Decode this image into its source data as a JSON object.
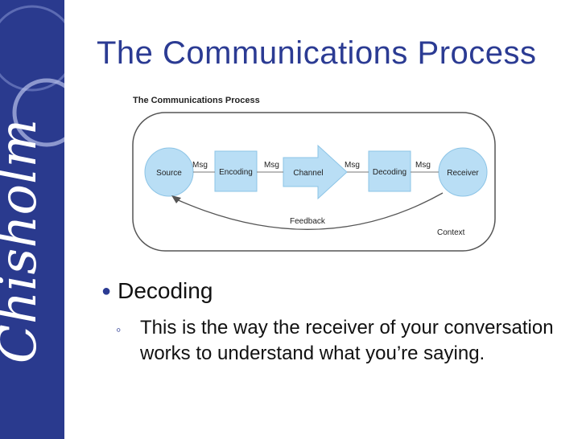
{
  "slide": {
    "title": "The Communications Process",
    "bullet_1": "Decoding",
    "bullet_1_sub": "This is the way the receiver of your conversation works to understand what you’re saying.",
    "sidebar_logo_text": "Chisholm"
  },
  "diagram": {
    "caption": "The Communications Process",
    "nodes": {
      "source": "Source",
      "encoding": "Encoding",
      "channel": "Channel",
      "decoding": "Decoding",
      "receiver": "Receiver"
    },
    "msg_labels": [
      "Msg",
      "Msg",
      "Msg",
      "Msg"
    ],
    "feedback": "Feedback",
    "context": "Context"
  },
  "colors": {
    "sidebar": "#2a3a8e",
    "title": "#2b3b93",
    "node_fill": "#b9def5",
    "node_stroke": "#8cc4e6"
  }
}
